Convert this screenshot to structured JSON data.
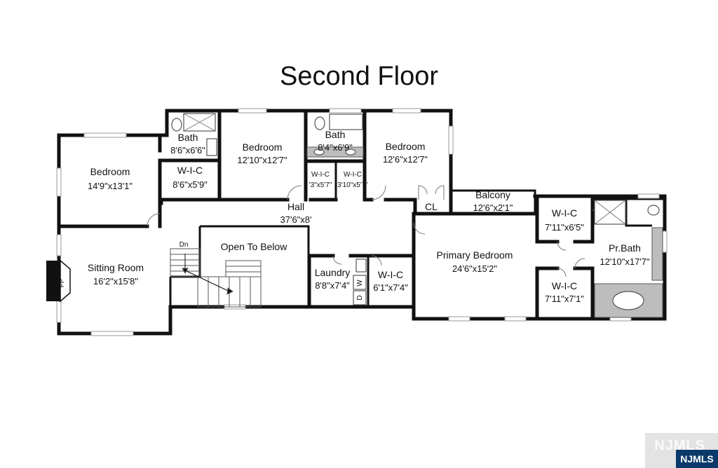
{
  "title": "Second Floor",
  "rooms": {
    "bedroom_left": {
      "name": "Bedroom",
      "dim": "14'9\"x13'1\""
    },
    "bath_left": {
      "name": "Bath",
      "dim": "8'6\"x6'6\""
    },
    "wic_left": {
      "name": "W-I-C",
      "dim": "8'6\"x5'9\""
    },
    "bedroom_mid": {
      "name": "Bedroom",
      "dim": "12'10\"x12'7\""
    },
    "bath_mid": {
      "name": "Bath",
      "dim": "8'4\"x6'9\""
    },
    "wic_mid_a": {
      "name": "W-I-C",
      "dim": "'3\"x5'7\""
    },
    "wic_mid_b": {
      "name": "W-I-C",
      "dim": "3'10\"x5'7\""
    },
    "bedroom_right": {
      "name": "Bedroom",
      "dim": "12'6\"x12'7\""
    },
    "closet": {
      "name": "CL"
    },
    "balcony": {
      "name": "Balcony",
      "dim": "12'6\"x2'1\""
    },
    "hall": {
      "name": "Hall",
      "dim": "37'6\"x8'"
    },
    "open_below": {
      "name": "Open To Below"
    },
    "stair_down": {
      "name": "Dn"
    },
    "sitting_room": {
      "name": "Sitting Room",
      "dim": "16'2\"x15'8\""
    },
    "fireplace": {
      "name": "FP"
    },
    "laundry": {
      "name": "Laundry",
      "dim": "8'8\"x7'4\""
    },
    "washer": {
      "name": "W"
    },
    "dryer": {
      "name": "D"
    },
    "wic_laundry": {
      "name": "W-I-C",
      "dim": "6'1\"x7'4\""
    },
    "primary": {
      "name": "Primary Bedroom",
      "dim": "24'6\"x15'2\""
    },
    "wic_pr_top": {
      "name": "W-I-C",
      "dim": "7'11\"x6'5\""
    },
    "wic_pr_bot": {
      "name": "W-I-C",
      "dim": "7'11\"x7'1\""
    },
    "pr_bath": {
      "name": "Pr.Bath",
      "dim": "12'10\"x17'7\""
    }
  },
  "watermark": "NJMLS",
  "badge": "NJMLS"
}
